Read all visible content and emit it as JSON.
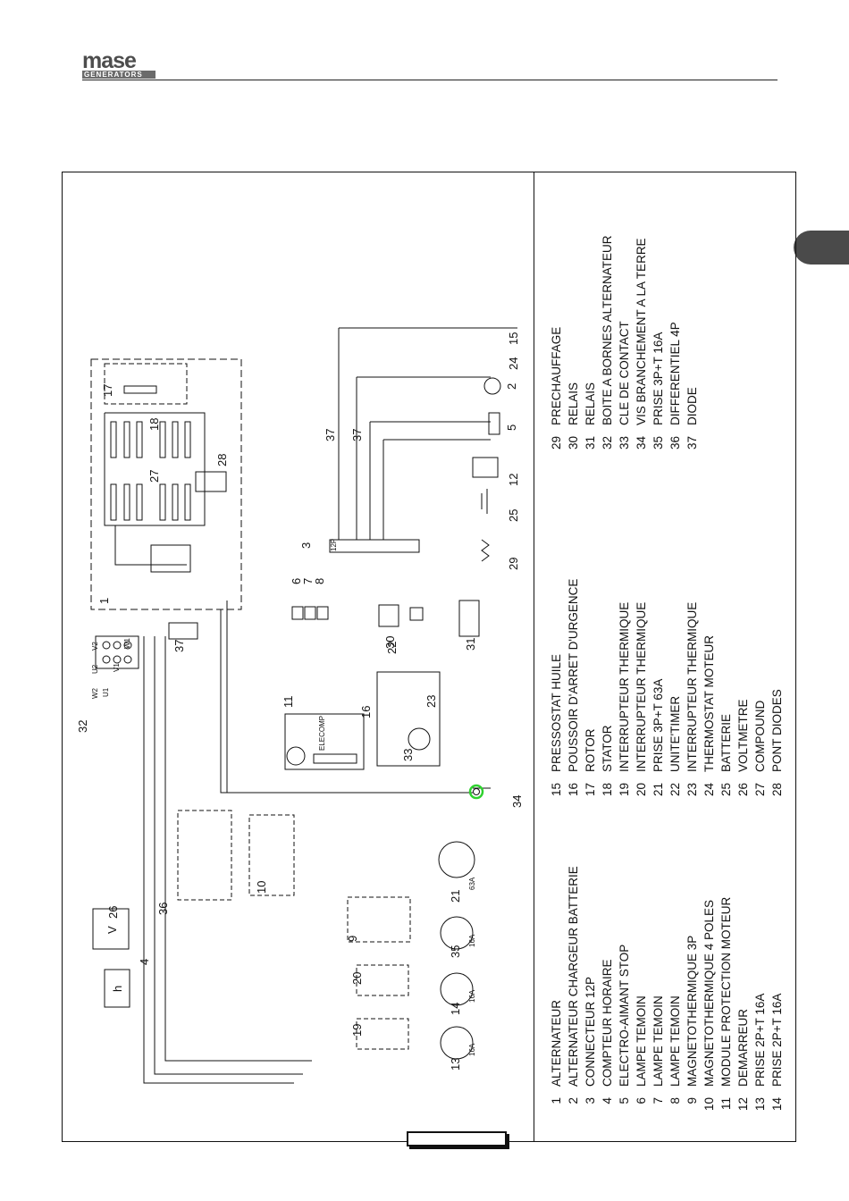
{
  "brand": {
    "name": "mase",
    "sub": "GENERATORS"
  },
  "legend": [
    {
      "num": "1",
      "label": "ALTERNATEUR"
    },
    {
      "num": "2",
      "label": "ALTERNATEUR CHARGEUR BATTERIE"
    },
    {
      "num": "3",
      "label": "CONNECTEUR 12P"
    },
    {
      "num": "4",
      "label": "COMPTEUR HORAIRE"
    },
    {
      "num": "5",
      "label": "ELECTRO-AIMANT STOP"
    },
    {
      "num": "6",
      "label": "LAMPE TEMOIN"
    },
    {
      "num": "7",
      "label": "LAMPE TEMOIN"
    },
    {
      "num": "8",
      "label": "LAMPE TEMOIN"
    },
    {
      "num": "9",
      "label": "MAGNETOTHERMIQUE 3P"
    },
    {
      "num": "10",
      "label": "MAGNETOTHERMIQUE 4 POLES"
    },
    {
      "num": "11",
      "label": "MODULE PROTECTION MOTEUR"
    },
    {
      "num": "12",
      "label": "DEMARREUR"
    },
    {
      "num": "13",
      "label": "PRISE 2P+T 16A"
    },
    {
      "num": "14",
      "label": "PRISE 2P+T 16A"
    },
    {
      "num": "15",
      "label": "PRESSOSTAT HUILE"
    },
    {
      "num": "16",
      "label": "POUSSOIR D'ARRET D'URGENCE"
    },
    {
      "num": "17",
      "label": "ROTOR"
    },
    {
      "num": "18",
      "label": "STATOR"
    },
    {
      "num": "19",
      "label": "INTERRUPTEUR THERMIQUE"
    },
    {
      "num": "20",
      "label": "INTERRUPTEUR THERMIQUE"
    },
    {
      "num": "21",
      "label": "PRISE 3P+T 63A"
    },
    {
      "num": "22",
      "label": "UNITE'TIMER"
    },
    {
      "num": "23",
      "label": "INTERRUPTEUR THERMIQUE"
    },
    {
      "num": "24",
      "label": "THERMOSTAT MOTEUR"
    },
    {
      "num": "25",
      "label": "BATTERIE"
    },
    {
      "num": "26",
      "label": "VOLTMETRE"
    },
    {
      "num": "27",
      "label": "COMPOUND"
    },
    {
      "num": "28",
      "label": "PONT DIODES"
    },
    {
      "num": "29",
      "label": "PRECHAUFFAGE"
    },
    {
      "num": "30",
      "label": "RELAIS"
    },
    {
      "num": "31",
      "label": "RELAIS"
    },
    {
      "num": "32",
      "label": "BOITE A BORNES ALTERNATEUR"
    },
    {
      "num": "33",
      "label": "CLE DE CONTACT"
    },
    {
      "num": "34",
      "label": "VIS BRANCHEMENT A LA TERRE"
    },
    {
      "num": "35",
      "label": "PRISE 3P+T 16A"
    },
    {
      "num": "36",
      "label": "DIFFERENTIEL 4P"
    },
    {
      "num": "37",
      "label": "DIODE"
    }
  ],
  "diagram": {
    "component_labels": [
      "1",
      "2",
      "3",
      "4",
      "5",
      "6",
      "7",
      "8",
      "9",
      "10",
      "11",
      "12",
      "13",
      "14",
      "15",
      "16",
      "17",
      "18",
      "19",
      "20",
      "21",
      "22",
      "23",
      "24",
      "25",
      "26",
      "27",
      "28",
      "29",
      "30",
      "31",
      "32",
      "33",
      "34",
      "35",
      "36",
      "37",
      "37",
      "37"
    ],
    "terminal_labels": [
      "U1",
      "V1",
      "W1",
      "U2",
      "V2",
      "W2"
    ],
    "socket_ratings": [
      "63A",
      "16A",
      "16A",
      "16A"
    ],
    "meter_symbols": [
      "V",
      "h"
    ],
    "module_text": "ELECOMP",
    "connector_label": "12P",
    "accent_color": "#2fd12f"
  }
}
